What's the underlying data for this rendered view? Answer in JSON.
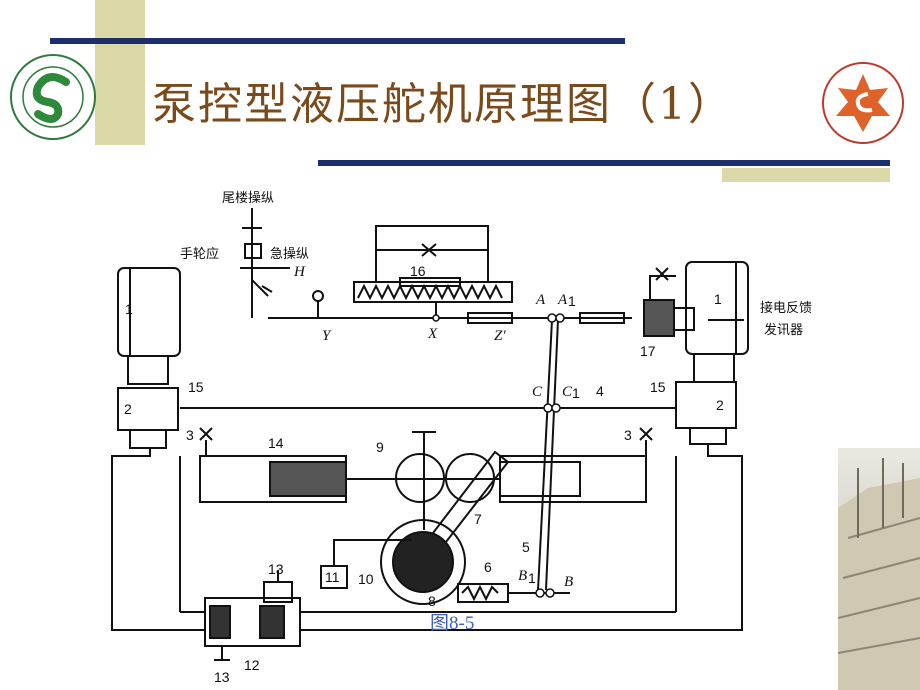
{
  "slide": {
    "title": "泵控型液压舵机原理图（1）",
    "caption": "图8-5",
    "colors": {
      "title": "#7a4a1a",
      "bar": "#1c2e6b",
      "accent_block": "#dcd9a8",
      "caption": "#3a5fbf"
    }
  },
  "diagram_labels": {
    "bridge_control": "尾楼操纵",
    "handwheel": "手轮应",
    "emergency": "急操纵",
    "feedback": "接电反馈",
    "transmitter": "发讯器",
    "H": "H",
    "Y": "Y",
    "X": "X",
    "Zp": "Z′",
    "A": "A",
    "A1": "A",
    "C": "C",
    "C1": "C",
    "B": "B",
    "B1": "B",
    "sub1": "1",
    "n1a": "1",
    "n1b": "1",
    "n2a": "2",
    "n2b": "2",
    "n3a": "3",
    "n3b": "3",
    "n4": "4",
    "n5": "5",
    "n6": "6",
    "n7": "7",
    "n8": "8",
    "n9": "9",
    "n10": "10",
    "n11": "11",
    "n12": "12",
    "n13a": "13",
    "n13b": "13",
    "n14": "14",
    "n15a": "15",
    "n15b": "15",
    "n16": "16",
    "n17": "17"
  }
}
